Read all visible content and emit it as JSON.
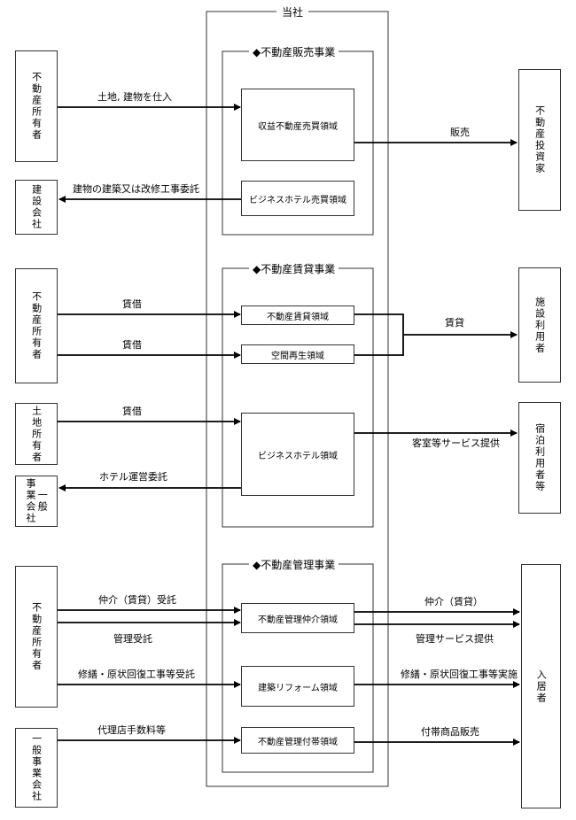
{
  "company": {
    "title": "当社"
  },
  "segments": {
    "sales": {
      "title": "◆不動産販売事業",
      "domains": {
        "profit_re": "収益不動産売買領域",
        "biz_hotel_sale": "ビジネスホテル売買領域"
      }
    },
    "rental": {
      "title": "◆不動産賃貸事業",
      "domains": {
        "re_rental": "不動産賃貸領域",
        "vacancy": "空間再生領域",
        "biz_hotel": "ビジネスホテル領域"
      }
    },
    "management": {
      "title": "◆不動産管理事業",
      "domains": {
        "brokerage": "不動産管理仲介領域",
        "reform": "建築リフォーム領域",
        "ancillary": "不動産管理付帯領域"
      }
    }
  },
  "parties": {
    "owner1": "不動産所有者",
    "construction": "建設会社",
    "investor": "不動産投資家",
    "owner2": "不動産所有者",
    "land_owner": "土地所有者",
    "general_co": [
      "一般",
      "事業会社"
    ],
    "facility_users": "施設利用者",
    "lodging_users": "宿泊利用者等",
    "owner3": "不動産所有者",
    "general_biz": "一般事業会社",
    "tenants": "入居者"
  },
  "flows": {
    "purchase": "土地, 建物を仕入",
    "sale": "販売",
    "construction_order": "建物の建築又は改修工事委託",
    "lease1": "賃借",
    "lease2": "賃借",
    "lease3": "賃借",
    "rent_out": "賃貸",
    "room_service": "客室等サービス提供",
    "hotel_consign": "ホテル運営委託",
    "brokerage_in": "仲介（賃貸）受託",
    "mgmt_in": "管理受託",
    "repair_in": "修繕・原状回復工事等受託",
    "agency_fee": "代理店手数料等",
    "brokerage_out": "仲介（賃貸）",
    "mgmt_service": "管理サービス提供",
    "repair_out": "修繕・原状回復工事等実施",
    "goods_sale": "付帯商品販売"
  }
}
